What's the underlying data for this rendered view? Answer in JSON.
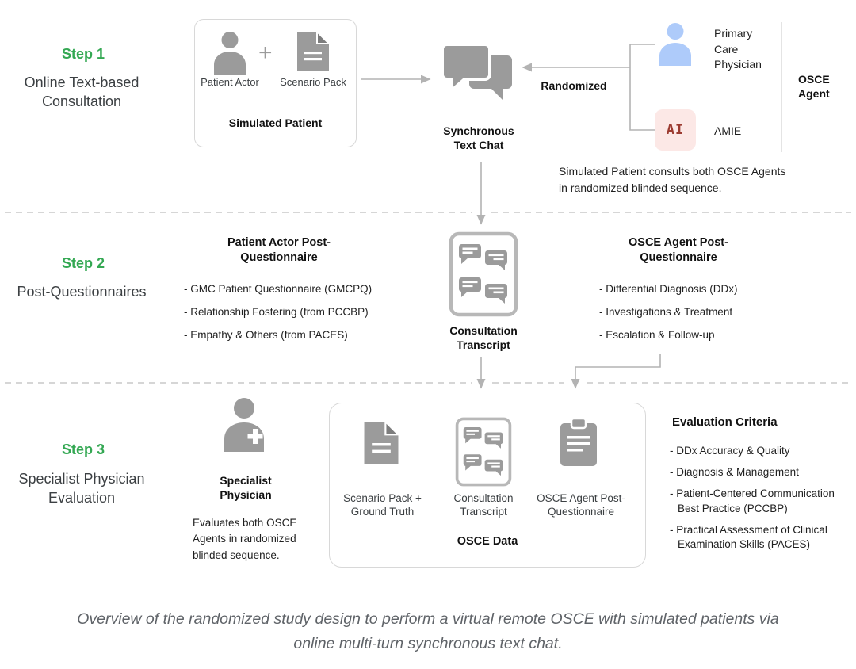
{
  "colors": {
    "green": "#34a853",
    "icon-gray": "#9b9b9b",
    "blue": "#aecbfa",
    "pink": "#fce8e6",
    "ai-red": "#9c3b31"
  },
  "step1": {
    "label": "Step 1",
    "title": "Online Text-based Consultation",
    "patient_actor": "Patient Actor",
    "plus": "+",
    "scenario_pack": "Scenario Pack",
    "simulated_patient": "Simulated Patient",
    "sync_chat": "Synchronous Text Chat",
    "randomized": "Randomized",
    "pcp": "Primary Care Physician",
    "ai": "AI",
    "amie": "AMIE",
    "osce_agent": "OSCE Agent",
    "note": "Simulated Patient consults both OSCE Agents in randomized blinded sequence."
  },
  "step2": {
    "label": "Step 2",
    "title": "Post-Questionnaires",
    "patient_q_title": "Patient Actor Post-Questionnaire",
    "patient_q_items": [
      "- GMC Patient Questionnaire (GMCPQ)",
      "- Relationship Fostering (from PCCBP)",
      "- Empathy & Others (from PACES)"
    ],
    "transcript": "Consultation Transcript",
    "agent_q_title": "OSCE Agent Post-Questionnaire",
    "agent_q_items": [
      "- Differential Diagnosis (DDx)",
      "- Investigations & Treatment",
      "- Escalation & Follow-up"
    ]
  },
  "step3": {
    "label": "Step 3",
    "title": "Specialist Physician Evaluation",
    "specialist": "Specialist Physician",
    "specialist_note": "Evaluates both OSCE Agents in randomized blinded sequence.",
    "osce_data_item_1": "Scenario Pack + Ground Truth",
    "osce_data_item_2": "Consultation Transcript",
    "osce_data_item_3": "OSCE Agent Post-Questionnaire",
    "osce_data": "OSCE Data",
    "criteria_title": "Evaluation Criteria",
    "criteria_items": [
      "- DDx Accuracy & Quality",
      "- Diagnosis & Management",
      "- Patient-Centered Communication Best Practice (PCCBP)",
      "- Practical Assessment of Clinical Examination Skills (PACES)"
    ]
  },
  "caption": "Overview of the randomized study design to perform a virtual remote OSCE with simulated patients via online multi-turn synchronous text chat."
}
